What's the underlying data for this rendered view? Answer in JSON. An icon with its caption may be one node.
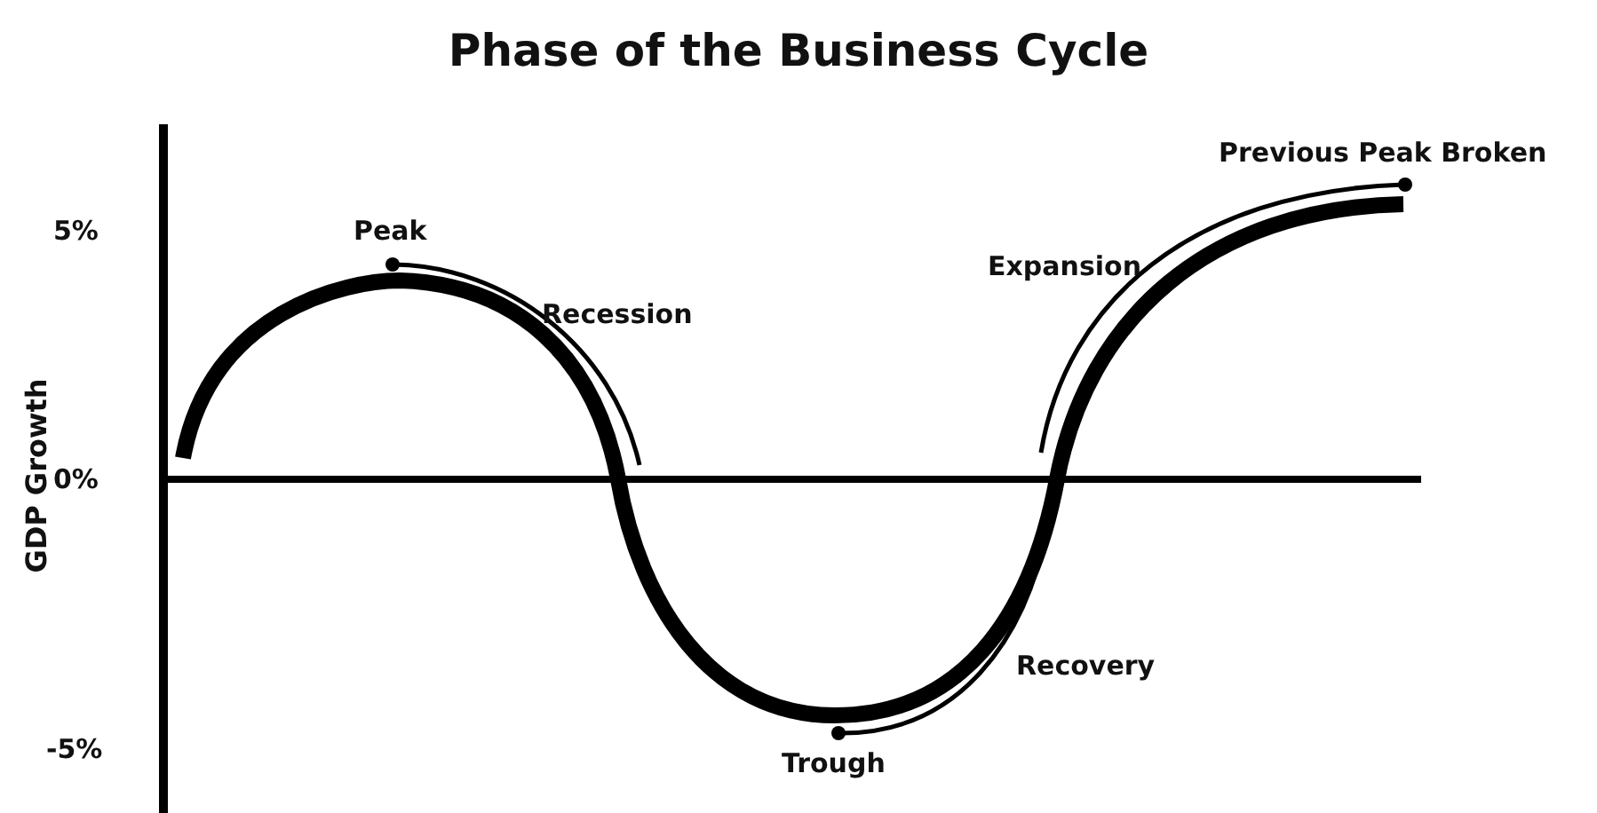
{
  "diagram": {
    "title": "Phase of the Business Cycle",
    "labels": [
      "5%",
      "0%",
      "-5%",
      "GDP Growth",
      "Peak",
      "Recession",
      "Expansion",
      "Previous Peak Broken",
      "Recovery",
      "Trough"
    ]
  }
}
